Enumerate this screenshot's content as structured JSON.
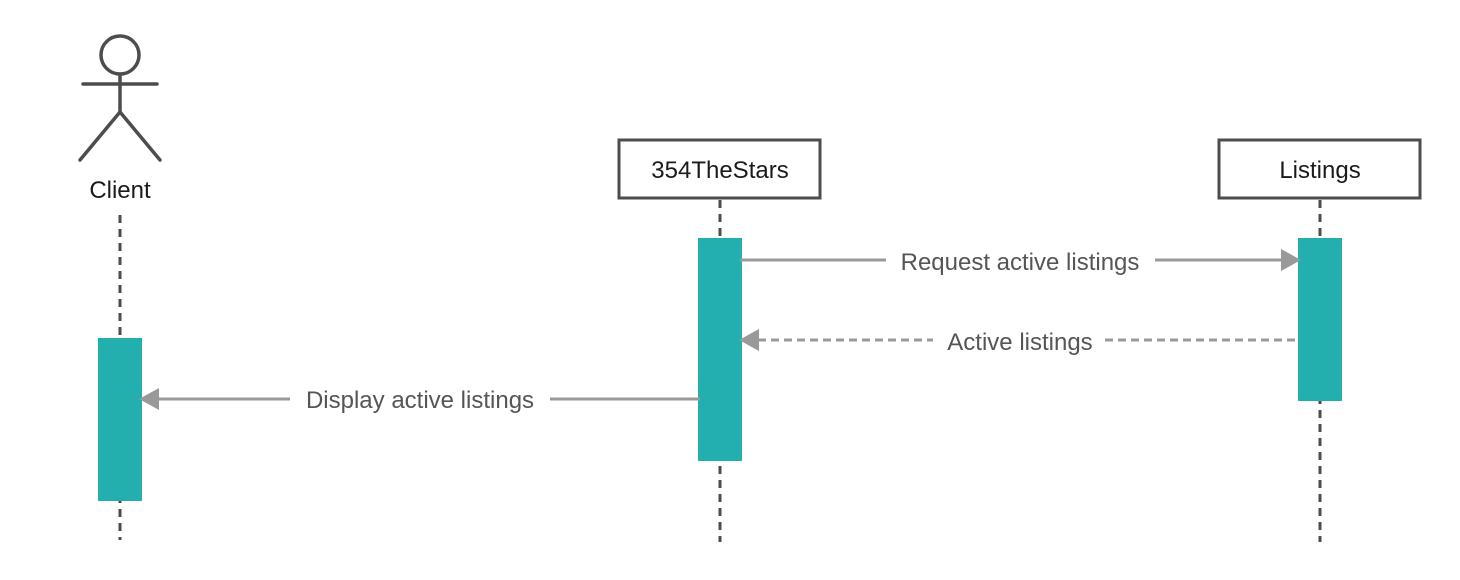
{
  "participants": {
    "client": {
      "label": "Client",
      "kind": "actor"
    },
    "system": {
      "label": "354TheStars",
      "kind": "object"
    },
    "listings": {
      "label": "Listings",
      "kind": "object"
    }
  },
  "messages": {
    "request": {
      "label": "Request active listings",
      "style": "solid"
    },
    "reply": {
      "label": "Active listings",
      "style": "dashed"
    },
    "display": {
      "label": "Display active listings",
      "style": "solid"
    }
  },
  "colors": {
    "activation": "#22AFAE",
    "lifeline": "#4D4D4D",
    "arrow": "#999999",
    "box_border": "#4D4D4D",
    "text": "#1A1A1A",
    "message_text": "#555555"
  }
}
